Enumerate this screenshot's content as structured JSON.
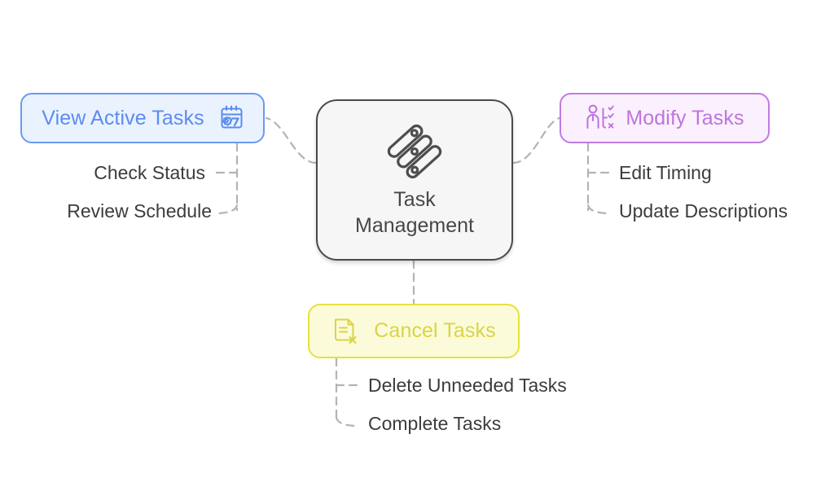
{
  "diagram": {
    "type": "mind-map",
    "background_color": "#ffffff",
    "root": {
      "id": "task-management",
      "label": "Task Management",
      "label_line1": "Task",
      "label_line2": "Management",
      "icon": "diagonal-sliders-icon",
      "text_color": "#474747",
      "border_color": "#4a4a4a",
      "fill_color": "#f6f6f6"
    },
    "branches": [
      {
        "id": "view-active-tasks",
        "label": "View Active Tasks",
        "icon": "calendar-gear-icon",
        "position": "left",
        "text_color": "#5b8cf0",
        "border_color": "#6a9bf0",
        "fill_color": "#eaf2fe",
        "children": [
          {
            "id": "check-status",
            "label": "Check Status"
          },
          {
            "id": "review-schedule",
            "label": "Review Schedule"
          }
        ]
      },
      {
        "id": "modify-tasks",
        "label": "Modify Tasks",
        "icon": "person-checklist-icon",
        "position": "right",
        "text_color": "#bd74df",
        "border_color": "#c07ce0",
        "fill_color": "#fbf0fd",
        "children": [
          {
            "id": "edit-timing",
            "label": "Edit Timing"
          },
          {
            "id": "update-descriptions",
            "label": "Update Descriptions"
          }
        ]
      },
      {
        "id": "cancel-tasks",
        "label": "Cancel Tasks",
        "icon": "document-x-icon",
        "position": "bottom",
        "text_color": "#d9d447",
        "border_color": "#e6e23c",
        "fill_color": "#fcfbd9",
        "children": [
          {
            "id": "delete-unneeded-tasks",
            "label": "Delete Unneeded Tasks"
          },
          {
            "id": "complete-tasks",
            "label": "Complete Tasks"
          }
        ]
      }
    ],
    "connector_style": {
      "stroke": "#b0b0b0",
      "dash": "9 7",
      "width": 2
    }
  }
}
